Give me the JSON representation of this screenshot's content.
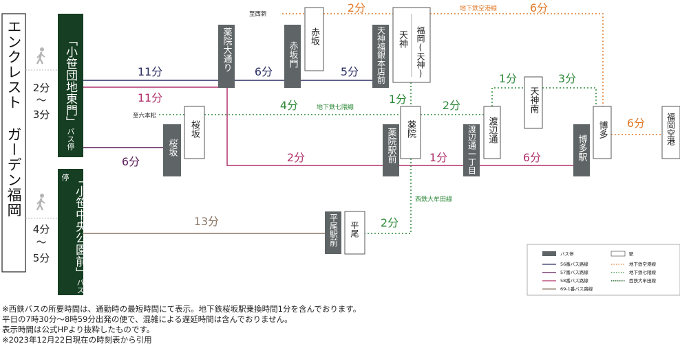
{
  "origin": {
    "label": "エンクレスト ガーデン福岡"
  },
  "walk": [
    {
      "top": "2分",
      "mid": "～",
      "bot": "3分"
    },
    {
      "top": "4分",
      "mid": "～",
      "bot": "5分"
    }
  ],
  "bus_stops": [
    {
      "name": "「小笹団地東門」",
      "suffix": "バス停"
    },
    {
      "name": "「小笹中央公園前」",
      "suffix": "バス停"
    }
  ],
  "stations": {
    "yakuin_odori": "薬院大通り",
    "akasakamon": "赤坂門",
    "akasaka": "赤坂",
    "tenjin_fukugin": "天神福銀本店前",
    "tenjin": "天神",
    "fukuoka_tenjin": "福岡(天神)",
    "sakurazaka_bus": "桜坂",
    "sakurazaka": "桜坂",
    "yakuin": "薬院",
    "yakuin_ekimae": "薬院駅前",
    "watanabe_dori": "渡辺通",
    "watanabe_itchome": "渡辺通一丁目",
    "tenjin_minami": "天神南",
    "hakata": "博多",
    "hakata_eki": "博多駅",
    "fukuoka_airport": "福岡空港",
    "hirao": "平尾",
    "hirao_ekimae": "平尾駅前"
  },
  "destinations": {
    "nishijin": "至西新",
    "ropponmatsu": "至六本松"
  },
  "line_labels": {
    "airport": "地下鉄空港線",
    "nanakuma": "地下鉄七隈線",
    "omuta": "西鉄大牟田線"
  },
  "times": {
    "bus56_1": "11分",
    "bus56_2": "6分",
    "bus56_3": "5分",
    "bus58_1": "11分",
    "bus58_2": "2分",
    "bus58_3": "1分",
    "bus58_4": "6分",
    "bus57": "6分",
    "bus69": "13分",
    "airport_1": "2分",
    "airport_2": "6分",
    "airport_3": "6分",
    "nanakuma_1": "4分",
    "nanakuma_2": "2分",
    "nanakuma_3": "1分",
    "nanakuma_4": "3分",
    "nanakuma_5": "1分",
    "omuta": "2分"
  },
  "legend": {
    "bus_stop": "バス停",
    "station": "駅",
    "bus56": "56番バス路線",
    "bus57": "57番バス路線",
    "bus58": "58番バス路線",
    "bus69": "69-1番バス路線",
    "airport": "地下鉄空港線",
    "nanakuma": "地下鉄七隈線",
    "omuta": "西鉄大牟田線"
  },
  "notes": [
    "※西鉄バスの所要時間は、通勤時の最短時間にて表示。地下鉄桜坂駅乗換時間1分を含んでおります。",
    "平日の7時30分～8時59分出発の便で、混雑による遅延時間は含んでおりません。",
    "表示時間は公式HPより抜粋したものです。",
    "※2023年12月22日現在の時刻表から引用"
  ],
  "colors": {
    "bus56": "#2b2f63",
    "bus57": "#5a1a55",
    "bus58": "#b0306a",
    "bus69": "#8a7565",
    "airport": "#e07a2a",
    "nanakuma": "#2f8a3a",
    "omuta": "#2f8a3a",
    "stop_fill": "#5f6466",
    "origin_fill": "#163e22"
  }
}
